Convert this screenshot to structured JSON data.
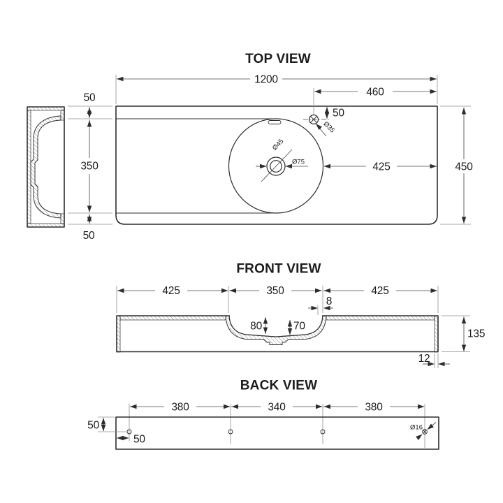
{
  "drawing": {
    "views": {
      "top": {
        "title": "TOP VIEW",
        "dims": {
          "overall_width": "1200",
          "tap_to_right_edge": "460",
          "tap_from_back_edge": "50",
          "back_ledge": "50",
          "basin_zone_depth": "350",
          "front_ledge": "50",
          "basin_to_right_edge": "425",
          "overall_depth": "450",
          "tap_hole_diameter": "Ø35",
          "drain_hole_diameter": "Ø45",
          "drain_recess_diameter": "Ø75"
        }
      },
      "front": {
        "title": "FRONT VIEW",
        "dims": {
          "left_span": "425",
          "basin_span": "350",
          "right_span": "425",
          "rim_lip": "8",
          "bowl_depth_from_top": "80",
          "bowl_inner_depth": "70",
          "overall_height": "135",
          "wall_thickness": "12"
        }
      },
      "back": {
        "title": "BACK VIEW",
        "dims": {
          "hole_from_top": "50",
          "hole_from_edge": "50",
          "hole_span_1": "380",
          "hole_span_2": "340",
          "hole_span_3": "380",
          "mount_hole_diameter": "Ø16"
        }
      }
    },
    "colors": {
      "line": "#2d2d2d",
      "dim_line": "#4a4a4a",
      "extension_line": "#8f8f8f",
      "background": "#ffffff"
    }
  }
}
